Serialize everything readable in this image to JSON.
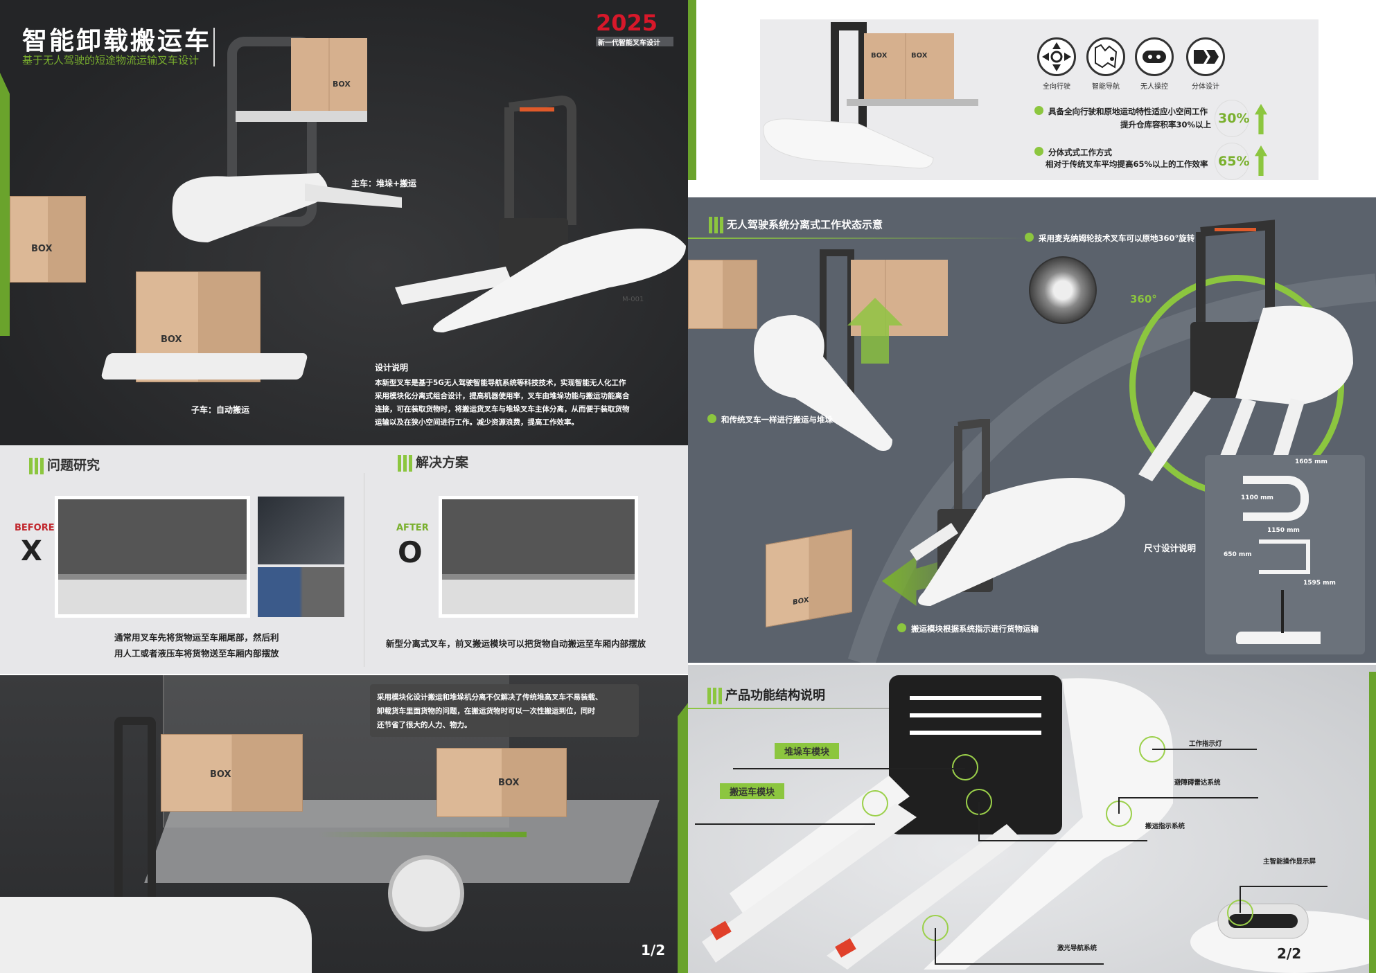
{
  "poster_left": {
    "title": "智能卸载搬运车",
    "subtitle": "基于无人驾驶的短途物流运输叉车设计",
    "year": "2025",
    "year_tag": "新一代智能叉车设计",
    "main_car_label": "主车：堆垛+搬运",
    "sub_car_label": "子车：自动搬运",
    "design_heading": "设计说明",
    "design_lines": [
      "本新型叉车是基于5G无人驾驶智能导航系统等科技技术，实现智能无人化工作",
      "采用模块化分离式组合设计，提高机器使用率，叉车由堆垛功能与搬运功能离合",
      "连接，可在装取货物时，将搬运货叉车与堆垛叉车主体分离，从而便于装取货物",
      "运输以及在狭小空间进行工作。减少资源浪费，提高工作效率。"
    ],
    "box_text": "BOX",
    "model_text": "M-001",
    "problem_heading": "问题研究",
    "solution_heading": "解决方案",
    "before_label": "BEFORE",
    "before_mark": "X",
    "after_label": "AFTER",
    "after_mark": "O",
    "problem_caption": [
      "通常用叉车先将货物运至车厢尾部，然后利",
      "用人工或者液压车将货物送至车厢内部摆放"
    ],
    "solution_caption": "新型分离式叉车，前叉搬运模块可以把货物自动搬运至车厢内部摆放",
    "bottom_note": [
      "采用模块化设计搬运和堆垛机分离不仅解决了传统堆高叉车不易装载、",
      "卸载货车里面货物的问题，在搬运货物时可以一次性搬运到位，同时",
      "还节省了很大的人力、物力。"
    ],
    "page": "1/2"
  },
  "poster_right": {
    "features": [
      {
        "label": "全向行驶",
        "icon": "omnidirectional-arrows-icon"
      },
      {
        "label": "智能导航",
        "icon": "map-pin-icon"
      },
      {
        "label": "无人操控",
        "icon": "remote-control-icon"
      },
      {
        "label": "分体设计",
        "icon": "split-chevron-icon"
      }
    ],
    "stats": [
      {
        "line1": "具备全向行驶和原地运动特性适应小空间工作",
        "line2": "提升仓库容积率30%以上",
        "value": "30%"
      },
      {
        "line1": "分体式式工作方式",
        "line2": "相对于传统叉车平均提高65%以上的工作效率",
        "value": "65%"
      }
    ],
    "workflow_heading": "无人驾驶系统分离式工作状态示意",
    "mecanum_note": "采用麦克纳姆轮技术叉车可以原地360°旋转",
    "rotation_label": "360°",
    "traditional_note": "和传统叉车一样进行搬运与堆垛",
    "transport_note": "搬运模块根据系统指示进行货物运输",
    "dimension_heading": "尺寸设计说明",
    "dimensions": [
      "1605 mm",
      "1100 mm",
      "1150 mm",
      "650 mm",
      "1595 mm"
    ],
    "structure_heading": "产品功能结构说明",
    "module_labels": [
      "堆垛车模块",
      "搬运车模块"
    ],
    "callouts": [
      "工作指示灯",
      "避障碍雷达系统",
      "搬运指示系统",
      "主智能操作显示屏",
      "激光导航系统"
    ],
    "page": "2/2"
  },
  "colors": {
    "accent_green": "#8cc63f",
    "year_red": "#d7182a",
    "dark_bg": "#2b2c2e",
    "slate_bg": "#5b626c"
  }
}
